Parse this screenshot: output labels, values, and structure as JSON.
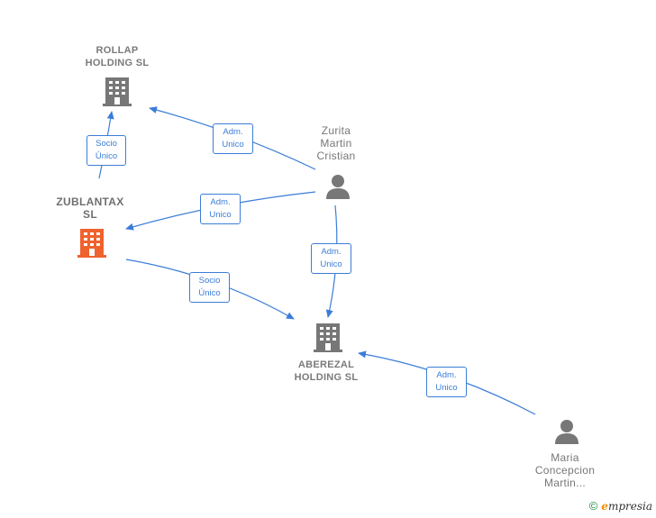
{
  "nodes": {
    "rollap": {
      "line1": "ROLLAP",
      "line2": "HOLDING  SL"
    },
    "zublantax": {
      "line1": "ZUBLANTAX",
      "line2": "SL"
    },
    "aberezal": {
      "line1": "ABEREZAL",
      "line2": "HOLDING  SL"
    },
    "zurita": {
      "line1": "Zurita",
      "line2": "Martin",
      "line3": "Cristian"
    },
    "maria": {
      "line1": "Maria",
      "line2": "Concepcion",
      "line3": "Martin..."
    }
  },
  "edges": {
    "zublantax_rollap": {
      "line1": "Socio",
      "line2": "Único"
    },
    "zurita_rollap": {
      "line1": "Adm.",
      "line2": "Unico"
    },
    "zurita_zublantax": {
      "line1": "Adm.",
      "line2": "Unico"
    },
    "zurita_aberezal": {
      "line1": "Adm.",
      "line2": "Unico"
    },
    "zublantax_aberezal": {
      "line1": "Socio",
      "line2": "Único"
    },
    "maria_aberezal": {
      "line1": "Adm.",
      "line2": "Unico"
    }
  },
  "footer": {
    "copyright": "©",
    "brand_initial": "e",
    "brand_rest": "mpresia"
  },
  "colors": {
    "edge": "#3b7dd8",
    "company": "#777777",
    "highlight": "#f0622d",
    "person": "#777777"
  }
}
